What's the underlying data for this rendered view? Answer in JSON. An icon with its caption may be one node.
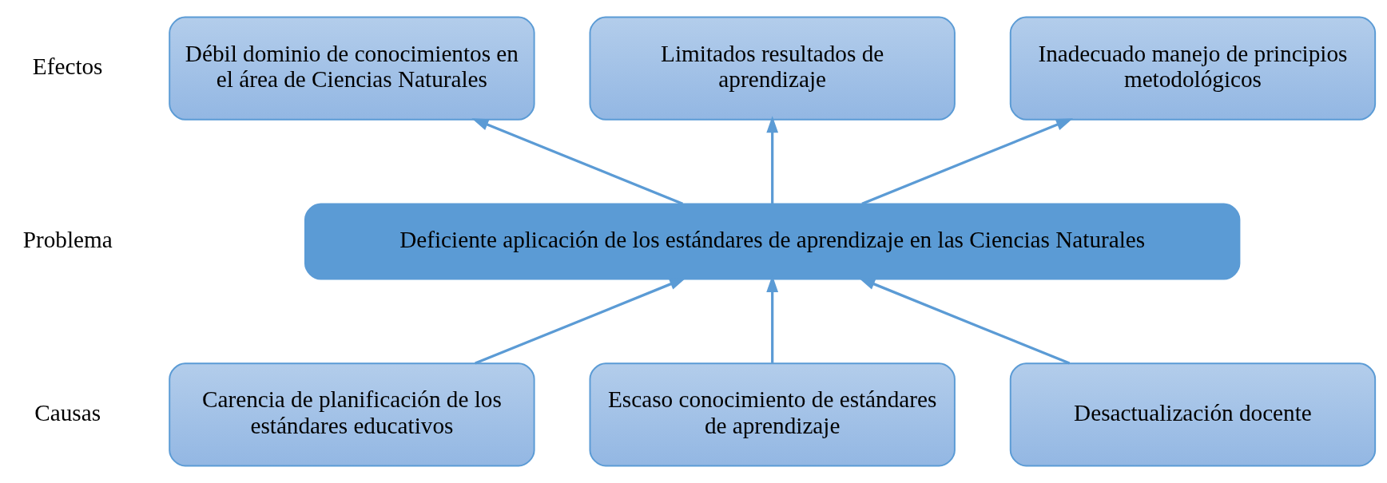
{
  "diagram": {
    "nodes": [
      {
        "text": [
          "Débil dominio de conocimientos en el área de Ciencias Naturales"
        ]
      },
      {
        "text": [
          "Limitados resultados de aprendizaje"
        ]
      },
      {
        "text": [
          "Inadecuado manejo de principios metodológicos"
        ]
      },
      {
        "text": [
          "Deficiente aplicación de los estándares de aprendizaje en las Ciencias Naturales"
        ]
      },
      {
        "text": [
          "Carencia de planificación de los estándares educativos"
        ]
      },
      {
        "text": [
          "Escaso conocimiento de estándares de aprendizaje"
        ]
      },
      {
        "text": [
          "Desactualización docente"
        ]
      }
    ],
    "edges": [
      {
        "from": 3,
        "to": 0,
        "arrow": "to"
      },
      {
        "from": 3,
        "to": 1,
        "arrow": "to"
      },
      {
        "from": 3,
        "to": 2,
        "arrow": "to"
      },
      {
        "from": 4,
        "to": 3,
        "arrow": "to"
      },
      {
        "from": 5,
        "to": 3,
        "arrow": "to"
      },
      {
        "from": 6,
        "to": 3,
        "arrow": "to"
      }
    ],
    "labels": [
      "Efectos",
      "Problema",
      "Causas"
    ]
  }
}
